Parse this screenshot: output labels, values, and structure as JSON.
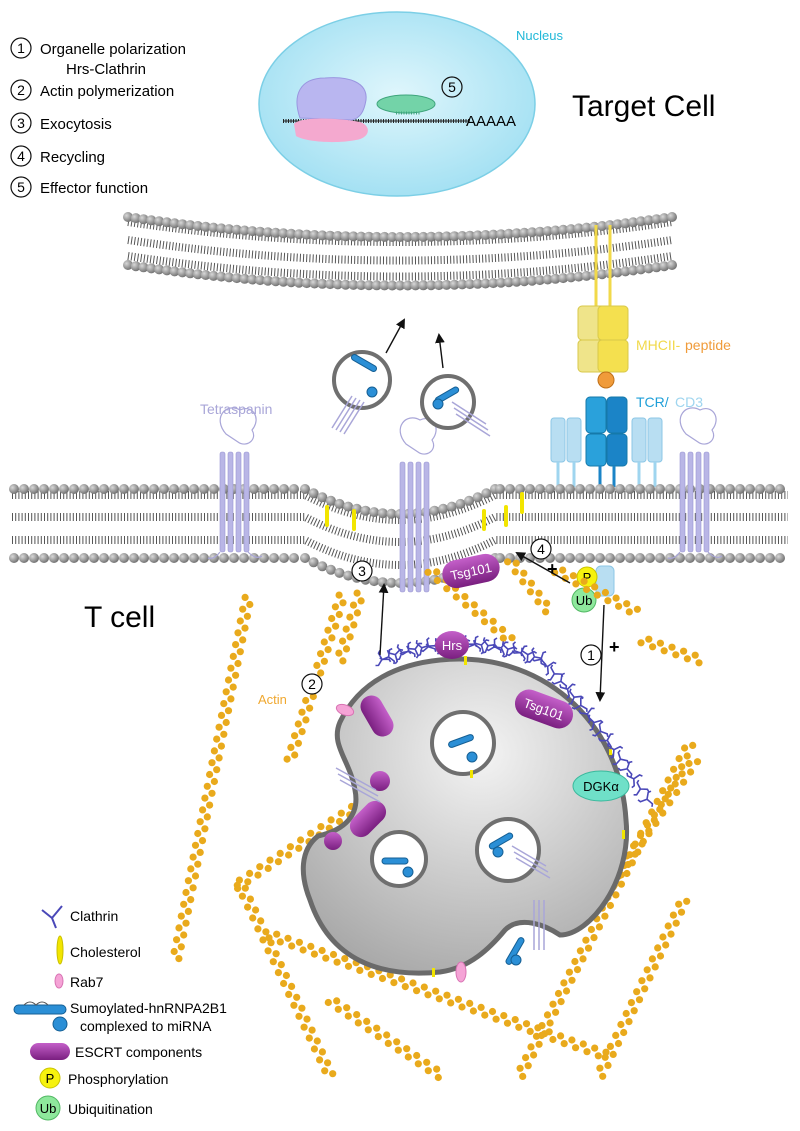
{
  "steps": [
    {
      "num": "1",
      "text": "Organelle polarization",
      "text2": "Hrs-Clathrin"
    },
    {
      "num": "2",
      "text": "Actin polymerization"
    },
    {
      "num": "3",
      "text": "Exocytosis"
    },
    {
      "num": "4",
      "text": "Recycling"
    },
    {
      "num": "5",
      "text": "Effector function"
    }
  ],
  "labels": {
    "nucleus": "Nucleus",
    "target_cell": "Target Cell",
    "t_cell": "T cell",
    "polyA": "AAAAA",
    "tetraspanin": "Tetraspanin",
    "mhcii": "MHCII-",
    "peptide": "peptide",
    "tcr": "TCR/",
    "cd3": "CD3",
    "actin": "Actin",
    "tsg101": "Tsg101",
    "hrs": "Hrs",
    "dgk": "DGKα",
    "p": "P",
    "ub": "Ub",
    "plus": "+"
  },
  "legend": [
    {
      "icon": "clathrin-icon",
      "text": "Clathrin"
    },
    {
      "icon": "cholesterol-icon",
      "text": "Cholesterol"
    },
    {
      "icon": "rab7-icon",
      "text": "Rab7"
    },
    {
      "icon": "sumo-hnrnpa2b1-icon",
      "text": "Sumoylated-hnRNPA2B1",
      "text2": "complexed to miRNA"
    },
    {
      "icon": "escrt-icon",
      "text": "ESCRT components"
    },
    {
      "icon": "phosphorylation-icon",
      "text": "Phosphorylation",
      "symbol": "P"
    },
    {
      "icon": "ubiquitination-icon",
      "text": "Ubiquitination",
      "symbol": "Ub"
    }
  ],
  "colors": {
    "nucleus": "#b3e9f7",
    "nucleus_label": "#21b8d8",
    "membrane_bead": "#8f8f8f",
    "actin": "#e9aa1c",
    "escrt": "#8a2a8f",
    "tetraspanin": "#a9a6d8",
    "clathrin": "#4a48b8",
    "cholesterol": "#f2e500",
    "rab7": "#f5a3d6",
    "sumo": "#2b8fd6",
    "mhc": "#f1d94a",
    "peptide": "#f09b3a",
    "tcr": "#1f9fd8",
    "cd3": "#9fd5ef",
    "phospho": "#f6f20e",
    "ubiquitin": "#8ee89c",
    "dgk": "#6fe0c8",
    "mvb": "#c9c9c9"
  }
}
